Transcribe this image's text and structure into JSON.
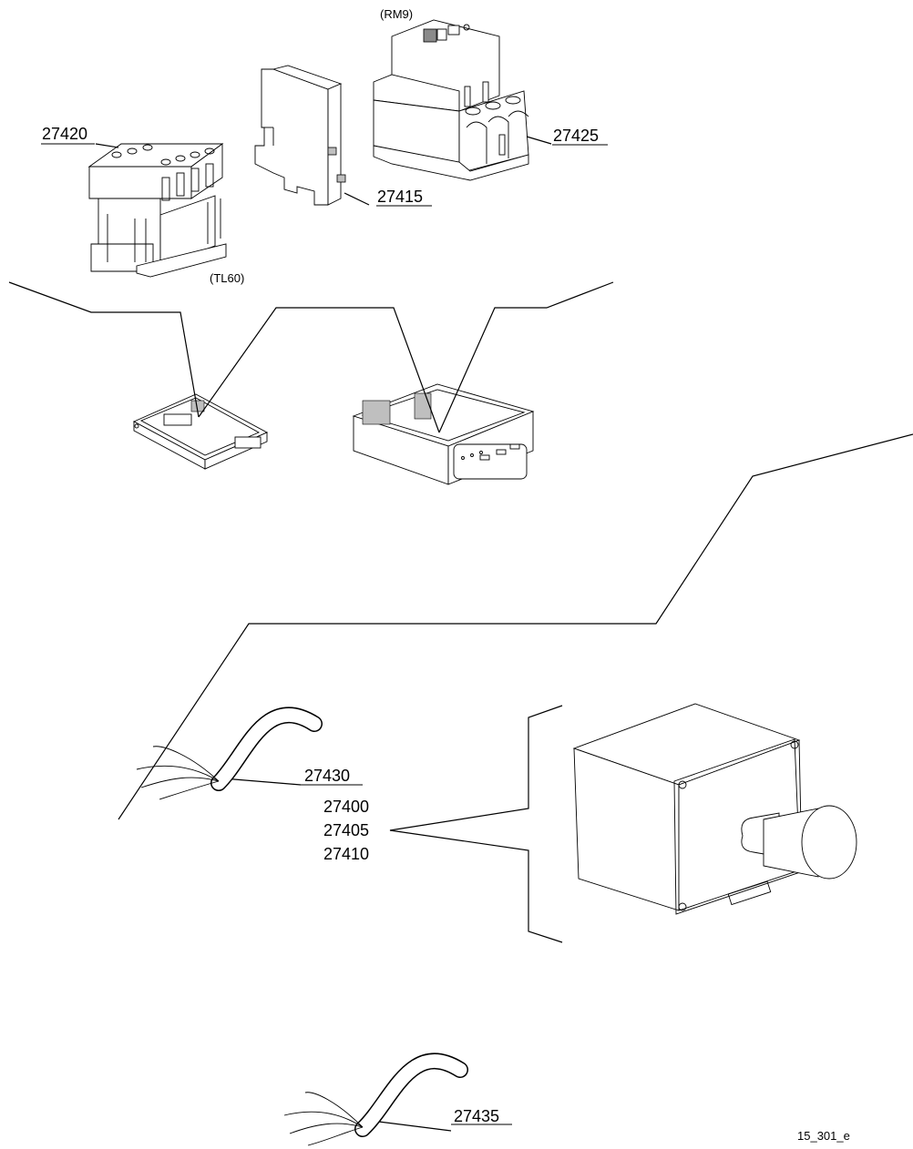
{
  "labels": {
    "rm9": "(RM9)",
    "tl60": "(TL60)",
    "contactor": "27420",
    "din_rail": "27415",
    "motor_protector": "27425",
    "enclosure_1": "27400",
    "enclosure_2": "27405",
    "enclosure_3": "27410",
    "cable_1": "27430",
    "cable_2": "27435",
    "figure_id": "15_301_e"
  }
}
